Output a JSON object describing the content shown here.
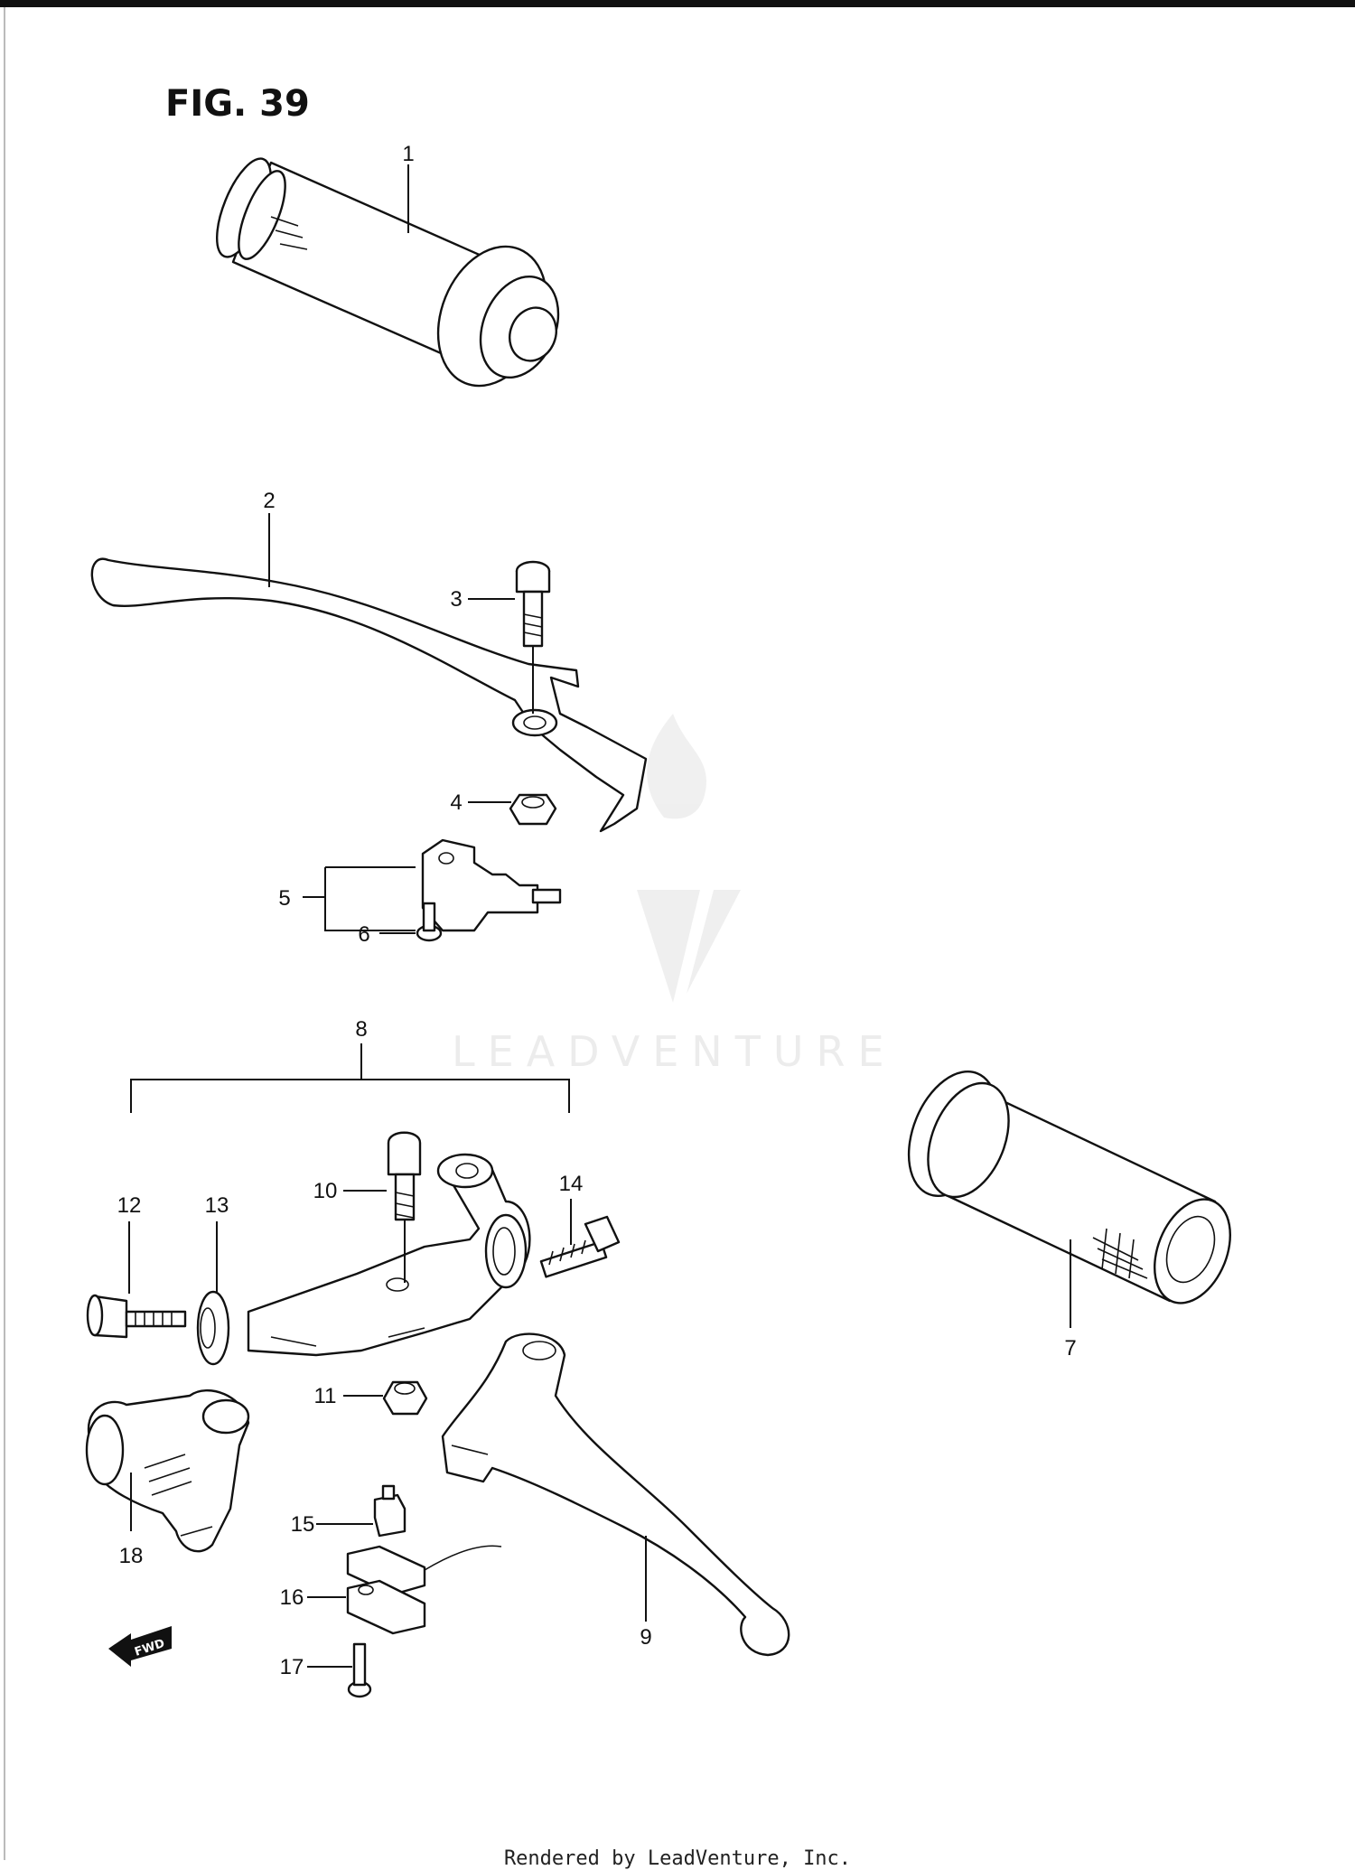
{
  "figure": {
    "title": "FIG. 39"
  },
  "watermark": {
    "text": "LEADVENTURE"
  },
  "fwd_marker": {
    "text": "FWD"
  },
  "footer": {
    "text": "Rendered by LeadVenture, Inc."
  },
  "callouts": [
    "1",
    "2",
    "3",
    "4",
    "5",
    "6",
    "7",
    "8",
    "9",
    "10",
    "11",
    "12",
    "13",
    "14",
    "15",
    "16",
    "17",
    "18"
  ]
}
